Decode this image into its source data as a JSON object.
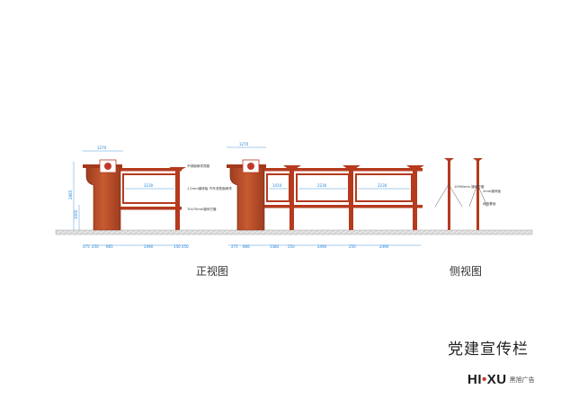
{
  "captions": {
    "front_view": "正视图",
    "side_view": "侧视图",
    "title": "党建宣传栏"
  },
  "brand": {
    "logo_hi": "HI",
    "logo_dot": "•",
    "logo_xu": "XU",
    "sub": "黑旭广告"
  },
  "dimensions": {
    "left_top_width": "1270",
    "left_height_total": "2865",
    "left_height_lower": "1000",
    "left_panel_width": "2230",
    "left_base": [
      "275",
      "250",
      "665",
      "2490",
      "150",
      "250"
    ],
    "right_top_width": "1270",
    "right_panel_widths": [
      "1410",
      "2230",
      "2230"
    ],
    "right_base": [
      "275",
      "666",
      "1384",
      "250",
      "2490",
      "250",
      "2490"
    ]
  },
  "notes": {
    "left_top": "不锈钢烤漆党徽",
    "left_mid": "1.2mm镀锌板 汽车漆表面烤漆",
    "left_bottom": "70x70mm镀锌方管",
    "right_side_1": "10*60mm 镀锌方管",
    "right_side_2": "2mm镀锌板",
    "right_side_3": "地笼基础"
  },
  "colors": {
    "frame": "#b53a1e",
    "frame_dark": "#8a2a14",
    "wood": "#c0532c",
    "panel": "#ffffff",
    "ground": "#cfcfcf",
    "dimension": "#1e7fd6"
  }
}
